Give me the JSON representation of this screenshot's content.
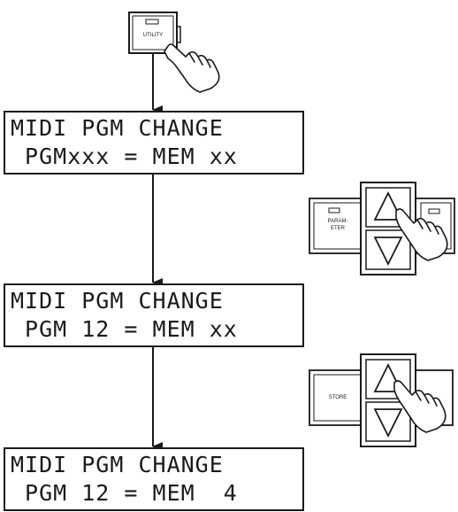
{
  "utility_button": {
    "label": "UTILITY"
  },
  "displays": [
    {
      "line1": "MIDI PGM CHANGE",
      "line2": " PGMxxx = MEM xx"
    },
    {
      "line1": "MIDI PGM CHANGE",
      "line2": " PGM 12 = MEM xx"
    },
    {
      "line1": "MIDI PGM CHANGE",
      "line2": " PGM 12 = MEM  4"
    }
  ],
  "parameter_panel": {
    "button_label_1": "PARAM-",
    "button_label_2": "ETER"
  },
  "store_panel": {
    "button_label": "STORE"
  }
}
